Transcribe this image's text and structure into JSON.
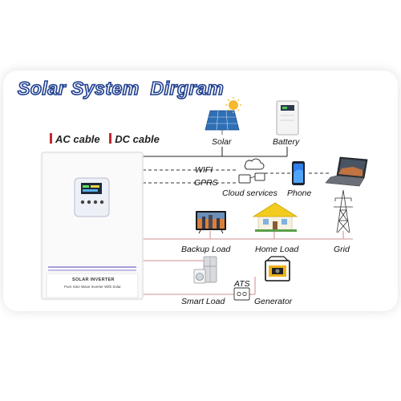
{
  "diagram": {
    "title": "Solar System  Dirgram",
    "legend": {
      "ac": "AC cable",
      "dc": "DC cable"
    },
    "nodes": {
      "solar": "Solar",
      "battery": "Battery",
      "wifi": "WIFI",
      "gprs": "GPRS",
      "cloud": "Cloud services",
      "phone": "Phone",
      "backup_load": "Backup Load",
      "home_load": "Home Load",
      "grid": "Grid",
      "ats": "ATS",
      "smart_load": "Smart Load",
      "generator": "Generator"
    },
    "inverter": {
      "brand": "SOLAR INVERTER",
      "subtitle": "Pure Sine Wave Inverter With Solar"
    },
    "colors": {
      "title_outline": "#1f3f8f",
      "ac_line": "#d7a6a6",
      "legend_mark": "#c0282f"
    }
  }
}
